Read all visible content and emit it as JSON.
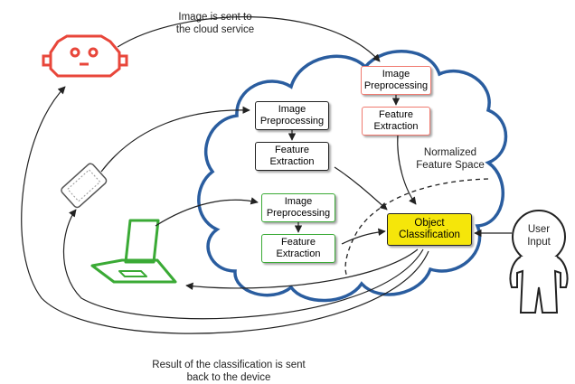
{
  "captions": {
    "top": [
      "Image is sent to",
      "the cloud service"
    ],
    "bottom": [
      "Result of the classification is sent",
      "back to the device"
    ],
    "feature_space": [
      "Normalized",
      "Feature Space"
    ],
    "user": [
      "User",
      "Input"
    ]
  },
  "boxes": {
    "red_pre": [
      "Image",
      "Preprocessing"
    ],
    "red_feat": [
      "Feature",
      "Extraction"
    ],
    "black_pre": [
      "Image",
      "Preprocessing"
    ],
    "black_feat": [
      "Feature",
      "Extraction"
    ],
    "green_pre": [
      "Image",
      "Preprocessing"
    ],
    "green_feat": [
      "Feature",
      "Extraction"
    ],
    "classify": [
      "Object",
      "Classification"
    ]
  },
  "colors": {
    "cloud_outline": "#2a5d9f",
    "robot": "#e8463a",
    "red_device": "#f07a70",
    "green_device": "#3aaa35",
    "classify_fill": "#f5e60a",
    "ink": "#222222"
  },
  "icons": [
    "robot-icon",
    "smartphone-icon",
    "laptop-icon",
    "user-figure-icon",
    "cloud-shape"
  ]
}
